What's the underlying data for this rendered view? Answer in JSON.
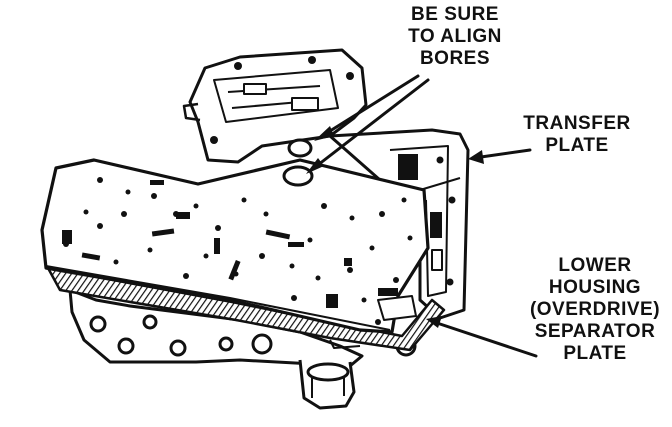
{
  "diagram": {
    "labels": {
      "align_bores": [
        "BE SURE",
        "TO ALIGN",
        "BORES"
      ],
      "transfer_plate": [
        "TRANSFER",
        "PLATE"
      ],
      "lower_housing": [
        "LOWER",
        "HOUSING",
        "(OVERDRIVE)",
        "SEPARATOR",
        "PLATE"
      ]
    },
    "colors": {
      "ink": "#111111",
      "paper": "#ffffff"
    }
  }
}
